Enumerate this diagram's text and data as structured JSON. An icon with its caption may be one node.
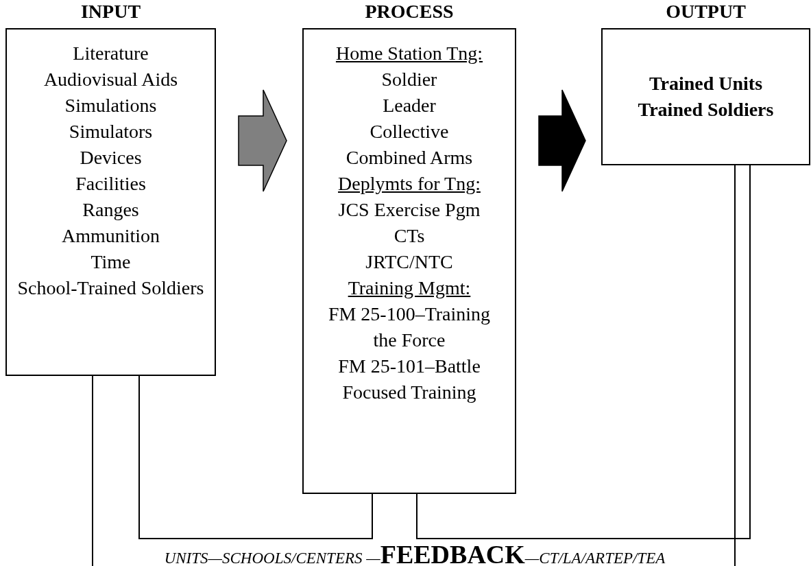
{
  "diagram": {
    "nodes": [
      {
        "text": [
          "INPUT",
          "Literature",
          "Audiovisual Aids",
          "Simulations",
          "Simulators",
          "Devices",
          "Facilities",
          "Ranges",
          "Ammunition",
          "Time",
          "School-Trained Soldiers"
        ]
      },
      {
        "text": [
          "PROCESS",
          "Home Station Tng:",
          "Soldier",
          "Leader",
          "Collective",
          "Combined Arms",
          "Deplymts for Tng:",
          "JCS Exercise Pgm",
          "CTs",
          "JRTC/NTC",
          "Training Mgmt:",
          "FM 25-100–Training the Force",
          "FM 25-101–Battle Focused Training"
        ]
      },
      {
        "text": [
          "OUTPUT",
          "Trained Units",
          "Trained Soldiers"
        ]
      }
    ],
    "edges": [
      {
        "from": 0,
        "to": 1,
        "arrow": "to",
        "style": "thick",
        "color": "#808080"
      },
      {
        "from": 1,
        "to": 2,
        "arrow": "to",
        "style": "thick"
      },
      {
        "from": 0,
        "to": 1,
        "arrow": "none"
      },
      {
        "from": 1,
        "to": 2,
        "arrow": "none"
      },
      {
        "from": 0,
        "to": null,
        "arrow": "none"
      },
      {
        "from": 2,
        "to": null,
        "arrow": "none"
      }
    ],
    "labels": [
      "UNITS—SCHOOLS/CENTERS —",
      "FEEDBACK",
      "—CT/LA/ARTEP/TEA"
    ]
  }
}
